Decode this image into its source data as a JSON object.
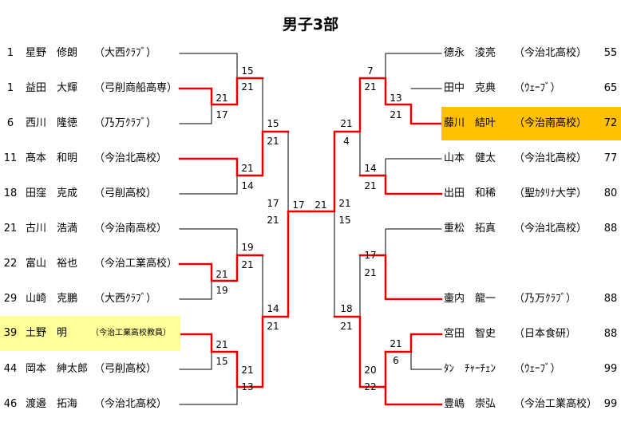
{
  "title": "男子3部",
  "left_players": [
    {
      "seed": "1",
      "name": "星野　修朗",
      "club": "（大西ｸﾗﾌﾞ）"
    },
    {
      "seed": "1",
      "name": "益田　大輝",
      "club": "（弓削商船高専）"
    },
    {
      "seed": "6",
      "name": "西川　隆徳",
      "club": "（乃万ｸﾗﾌﾞ）"
    },
    {
      "seed": "11",
      "name": "髙本　和明",
      "club": "（今治北高校）"
    },
    {
      "seed": "18",
      "name": "田窪　克成",
      "club": "（弓削高校）"
    },
    {
      "seed": "21",
      "name": "古川　浩満",
      "club": "（今治南高校）"
    },
    {
      "seed": "22",
      "name": "富山　裕也",
      "club": "（今治工業高校）"
    },
    {
      "seed": "29",
      "name": "山崎　克鵬",
      "club": "（大西ｸﾗﾌﾞ）"
    },
    {
      "seed": "39",
      "name": "土野　明",
      "club": "（今治工業高校教員）"
    },
    {
      "seed": "44",
      "name": "岡本　紳太郎",
      "club": "（弓削高校）"
    },
    {
      "seed": "46",
      "name": "渡邉　拓海",
      "club": "（今治北高校）"
    }
  ],
  "right_players": [
    {
      "seed": "55",
      "name": "德永　淩亮",
      "club": "（今治北高校）"
    },
    {
      "seed": "65",
      "name": "田中　克典",
      "club": "（ｳｪｰﾌﾞ）"
    },
    {
      "seed": "72",
      "name": "藤川　結叶",
      "club": "（今治南高校）"
    },
    {
      "seed": "77",
      "name": "山本　健太",
      "club": "（今治北高校）"
    },
    {
      "seed": "80",
      "name": "出田　和稀",
      "club": "（聖ｶﾀﾘﾅ大学）"
    },
    {
      "seed": "88",
      "name": "重松　拓真",
      "club": "（今治北高校）"
    },
    {
      "seed": "88",
      "name": "壷内　龍一",
      "club": "（乃万ｸﾗﾌﾞ）"
    },
    {
      "seed": "88",
      "name": "宮田　智史",
      "club": "（日本食研）"
    },
    {
      "seed": "99",
      "name": "ﾀﾝ　ﾁｬｰﾁｪﾝ",
      "club": "（ｳｪｰﾌﾞ）"
    },
    {
      "seed": "99",
      "name": "豊嶋　崇弘",
      "club": "（今治工業高校）"
    }
  ],
  "scores": {
    "l_r1a_top": "21",
    "l_r1a_bot": "17",
    "l_r2a_top": "15",
    "l_r2a_bot": "21",
    "l_r2b_top": "21",
    "l_r2b_bot": "14",
    "l_qf1_top": "15",
    "l_qf1_bot": "21",
    "l_r1b_top": "21",
    "l_r1b_bot": "19",
    "l_r2c_top": "19",
    "l_r2c_bot": "21",
    "l_r1c_top": "21",
    "l_r1c_bot": "15",
    "l_r2d_top": "21",
    "l_r2d_bot": "13",
    "l_qf2_top": "14",
    "l_qf2_bot": "21",
    "l_sf_top": "17",
    "l_sf_bot": "21",
    "final_left": "17",
    "final_right": "21",
    "r_r1a_top": "13",
    "r_r1a_bot": "21",
    "r_r2a_top": "7",
    "r_r2a_bot": "21",
    "r_r2b_top": "14",
    "r_r2b_bot": "21",
    "r_qf1_top": "21",
    "r_qf1_bot": "4",
    "r_r2c_top": "17",
    "r_r2c_bot": "21",
    "r_r1b_top": "21",
    "r_r1b_bot": "6",
    "r_r2d_top": "20",
    "r_r2d_bot": "22",
    "r_qf2_top": "18",
    "r_qf2_bot": "21",
    "r_sf_top": "21",
    "r_sf_bot": "15"
  },
  "colors": {
    "winner_line": "#e00000",
    "normal_line": "#000000",
    "highlight_yellow": "#ffff99",
    "highlight_orange": "#ffc000"
  }
}
